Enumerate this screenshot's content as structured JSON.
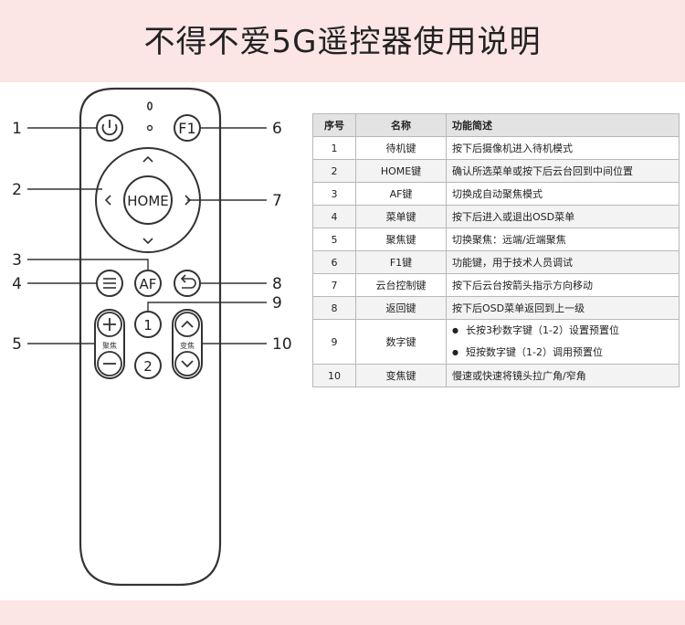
{
  "title": "不得不爱5G遥控器使用说明",
  "remote": {
    "buttons": {
      "power": "⏻",
      "f1": "F1",
      "home": "HOME",
      "af": "AF",
      "menu": "≡",
      "back": "⮌",
      "num1": "1",
      "num2": "2",
      "plus": "+",
      "minus": "−",
      "focus_label": "聚焦",
      "zoom_label": "变焦"
    },
    "callouts": [
      "1",
      "2",
      "3",
      "4",
      "5",
      "6",
      "7",
      "8",
      "9",
      "10"
    ]
  },
  "table": {
    "headers": [
      "序号",
      "名称",
      "功能简述"
    ],
    "rows": [
      {
        "no": "1",
        "name": "待机键",
        "desc": "按下后摄像机进入待机模式"
      },
      {
        "no": "2",
        "name": "HOME键",
        "desc": "确认所选菜单或按下后云台回到中间位置"
      },
      {
        "no": "3",
        "name": "AF键",
        "desc": "切换成自动聚焦模式"
      },
      {
        "no": "4",
        "name": "菜单键",
        "desc": "按下后进入或退出OSD菜单"
      },
      {
        "no": "5",
        "name": "聚焦键",
        "desc": "切换聚焦：远端/近端聚焦"
      },
      {
        "no": "6",
        "name": "F1键",
        "desc": "功能键，用于技术人员调试"
      },
      {
        "no": "7",
        "name": "云台控制键",
        "desc": "按下后云台按箭头指示方向移动"
      },
      {
        "no": "8",
        "name": "返回键",
        "desc": "按下后OSD菜单返回到上一级"
      },
      {
        "no": "9",
        "name": "数字键",
        "desc": [
          "长按3秒数字键（1-2）设置预置位",
          "短按数字键（1-2）调用预置位"
        ]
      },
      {
        "no": "10",
        "name": "变焦键",
        "desc": "慢速或快速将镜头拉广角/窄角"
      }
    ]
  }
}
